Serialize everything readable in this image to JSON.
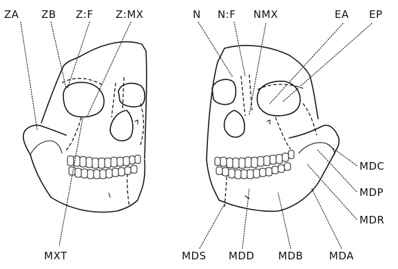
{
  "labels": {
    "ZA": "ZA",
    "ZB": "ZB",
    "ZF": "Z:F",
    "ZMX": "Z:MX",
    "N": "N",
    "NF": "N:F",
    "NMX": "NMX",
    "EA": "EA",
    "EP": "EP",
    "MDC": "MDC",
    "MDP": "MDP",
    "MDR": "MDR",
    "MXT": "MXT",
    "MDS": "MDS",
    "MDD": "MDD",
    "MDB": "MDB",
    "MDA": "MDA"
  }
}
